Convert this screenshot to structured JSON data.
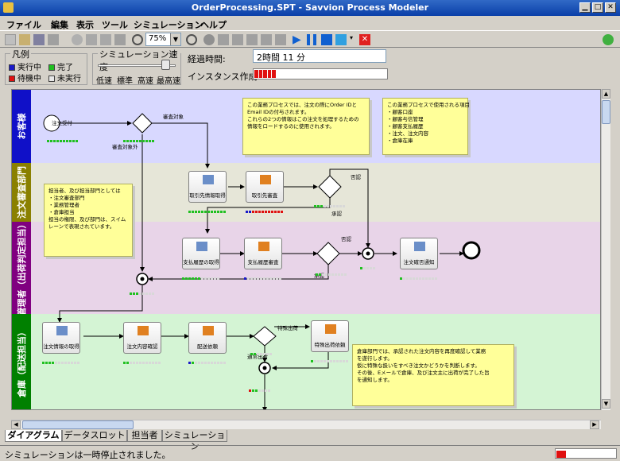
{
  "window": {
    "title": "OrderProcessing.SPT - Savvion Process Modeler",
    "min": "▁",
    "max": "□",
    "close": "✕"
  },
  "menu": [
    "ファイル",
    "編集",
    "表示",
    "ツール",
    "シミュレーション",
    "ヘルプ"
  ],
  "toolbar": {
    "zoom": "75%"
  },
  "legend": {
    "title": "凡例",
    "running": "実行中",
    "done": "完了",
    "waiting": "待機中",
    "notrun": "未実行",
    "colors": {
      "running": "#1a1ac8",
      "done": "#20c020",
      "waiting": "#e01010",
      "notrun": "#e8e8e8"
    }
  },
  "speed": {
    "title": "シミュレーション速度",
    "labels": [
      "低速",
      "標準",
      "高速",
      "最高速"
    ]
  },
  "elapsed": {
    "label": "経過時間:",
    "value": "2時間 11 分"
  },
  "instance": {
    "label": "インスタンス作成:",
    "filled_cells": 5,
    "total_cells": 30
  },
  "lanes": [
    {
      "label": "お客様",
      "color": "#1010c8",
      "bg": "#d8d8ff"
    },
    {
      "label": "注文審査部門",
      "color": "#8a8000",
      "bg": "#e6e6d8"
    },
    {
      "label": "管理者（出荷判定担当）",
      "color": "#800080",
      "bg": "#e8d4e8"
    },
    {
      "label": "倉庫（配送担当）",
      "color": "#008000",
      "bg": "#d4f4d4"
    }
  ],
  "notes": {
    "n1": [
      "この業務プロセスでは、注文の際にOrder IDと",
      "Email IDの付与されます。",
      "これらの2つの情報はこの注文を処理するための",
      "情報をロードするのに使用されます。"
    ],
    "n2": [
      "この業務プロセスで使用される項目",
      "・顧客口座",
      "・顧客与信管理",
      "・顧客支払履歴",
      "・注文、注文内容",
      "・倉庫在庫"
    ],
    "n3": [
      "担当者、及び担当部門としては",
      "・注文審査部門",
      "・業務管理者",
      "・倉庫担当",
      "",
      "担当の権限、及び部門は、スイム",
      "レーンで表現されています。"
    ],
    "n4": [
      "倉庫部門では、承認された注文内容を再度確認して業務",
      "を遂行します。",
      "仮に特殊な扱いをすべき注文かどうかを判断します。",
      "",
      "その後、Eメールで倉庫、及び注文主に出荷が完了した旨",
      "を通知します。"
    ]
  },
  "tasks": {
    "t1": "取引先情報取得",
    "t2": "取引先審査",
    "t3": "支払履歴の取得",
    "t4": "支払履歴審査",
    "t5": "注文確否通知",
    "t6": "注文情報の取得",
    "t7": "注文内容確認",
    "t8": "配送依頼",
    "t9": "特殊出荷依頼"
  },
  "labels": {
    "start": "注文受付",
    "audit_target": "審査対象",
    "audit_excluded": "審査対象外",
    "reject1": "否認",
    "approve1": "承認",
    "reject2": "否認",
    "approve2": "承認",
    "special": "特殊出荷",
    "normal": "通常出荷"
  },
  "tabs": [
    "ダイアグラム",
    "データスロット",
    "担当者",
    "シミュレーション"
  ],
  "status": {
    "text": "シミュレーションは一時停止されました。"
  }
}
